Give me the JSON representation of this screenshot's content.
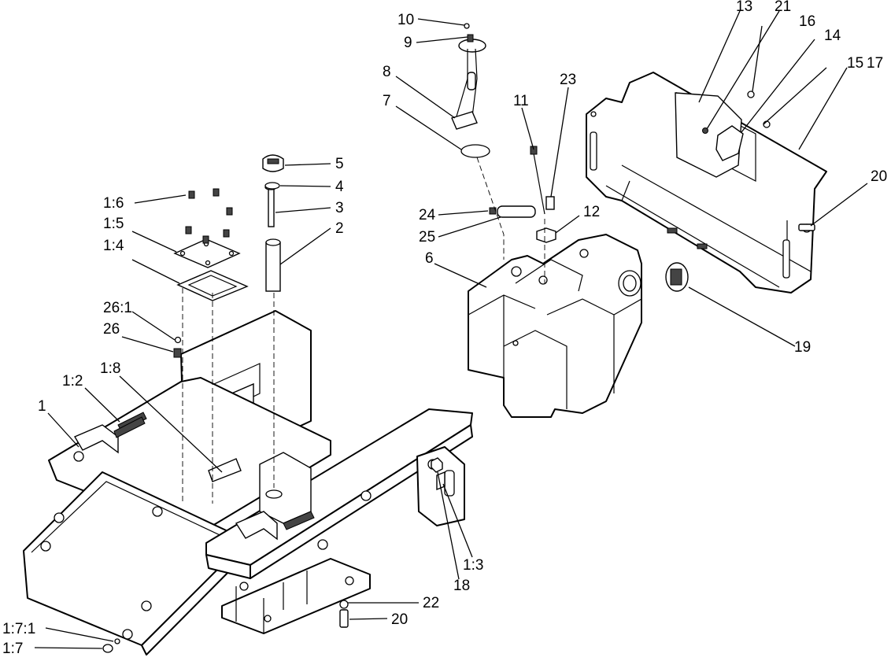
{
  "callouts": [
    {
      "id": "c1",
      "text": "1"
    },
    {
      "id": "c1_2",
      "text": "1:2"
    },
    {
      "id": "c1_3",
      "text": "1:3"
    },
    {
      "id": "c1_4",
      "text": "1:4"
    },
    {
      "id": "c1_5",
      "text": "1:5"
    },
    {
      "id": "c1_6",
      "text": "1:6"
    },
    {
      "id": "c1_7",
      "text": "1:7"
    },
    {
      "id": "c1_7_1",
      "text": "1:7:1"
    },
    {
      "id": "c1_8",
      "text": "1:8"
    },
    {
      "id": "c2",
      "text": "2"
    },
    {
      "id": "c3",
      "text": "3"
    },
    {
      "id": "c4",
      "text": "4"
    },
    {
      "id": "c5",
      "text": "5"
    },
    {
      "id": "c6",
      "text": "6"
    },
    {
      "id": "c7",
      "text": "7"
    },
    {
      "id": "c8",
      "text": "8"
    },
    {
      "id": "c9",
      "text": "9"
    },
    {
      "id": "c10",
      "text": "10"
    },
    {
      "id": "c11",
      "text": "11"
    },
    {
      "id": "c12",
      "text": "12"
    },
    {
      "id": "c13",
      "text": "13"
    },
    {
      "id": "c14",
      "text": "14"
    },
    {
      "id": "c15",
      "text": "15"
    },
    {
      "id": "c16",
      "text": "16"
    },
    {
      "id": "c17",
      "text": "17"
    },
    {
      "id": "c18",
      "text": "18"
    },
    {
      "id": "c19",
      "text": "19"
    },
    {
      "id": "c20a",
      "text": "20"
    },
    {
      "id": "c20b",
      "text": "20"
    },
    {
      "id": "c21",
      "text": "21"
    },
    {
      "id": "c22",
      "text": "22"
    },
    {
      "id": "c23",
      "text": "23"
    },
    {
      "id": "c24",
      "text": "24"
    },
    {
      "id": "c25",
      "text": "25"
    },
    {
      "id": "c26",
      "text": "26"
    },
    {
      "id": "c26_1",
      "text": "26:1"
    }
  ]
}
